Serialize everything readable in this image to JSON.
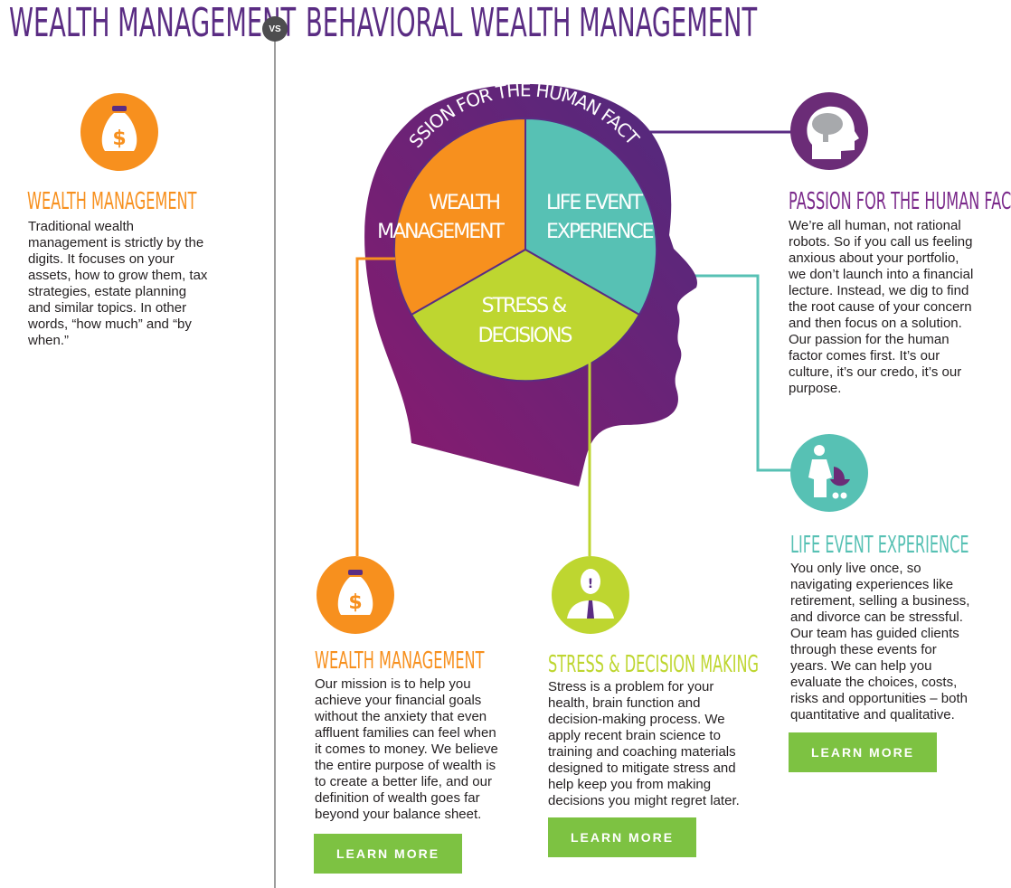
{
  "header": {
    "left_title": "WEALTH MANAGEMENT",
    "vs": "VS",
    "right_title": "BEHAVIORAL WEALTH MANAGEMENT"
  },
  "left": {
    "icon": "money-bag-icon",
    "heading": "WEALTH MANAGEMENT",
    "text": "Traditional wealth\nmanagement is strictly by the\ndigits. It focuses on your\nassets, how to grow them, tax\nstrategies, estate planning\nand similar topics. In other\nwords, “how much” and “by\nwhen.”"
  },
  "head": {
    "arc_label": "PASSION FOR THE HUMAN FACTOR",
    "segments": [
      {
        "label1": "WEALTH",
        "label2": "MANAGEMENT",
        "color": "#f7901e"
      },
      {
        "label1": "LIFE EVENT",
        "label2": "EXPERIENCE",
        "color": "#57c1b4"
      },
      {
        "label1": "STRESS &",
        "label2": "DECISIONS",
        "color": "#bed630"
      }
    ]
  },
  "passion": {
    "icon": "brain-head-icon",
    "heading": "PASSION FOR THE HUMAN FACTOR",
    "text": "We’re all human, not rational\nrobots. So if you call us feeling\nanxious about your portfolio,\nwe don’t launch into a financial\nlecture. Instead, we dig to find\nthe root cause of your concern\nand then focus on a solution.\nOur passion for the human\nfactor comes first. It’s our\nculture, it’s our credo, it’s our\npurpose."
  },
  "life": {
    "icon": "family-stroller-icon",
    "heading": "LIFE EVENT EXPERIENCE",
    "text": "You only live once, so\nnavigating experiences like\nretirement, selling a business,\nand divorce can be stressful.\nOur team has guided clients\nthrough these events for\nyears. We can help you\nevaluate the choices, costs,\nrisks and opportunities – both\nquantitative and qualitative.",
    "button": "LEARN MORE"
  },
  "wealth": {
    "icon": "money-bag-icon",
    "heading": "WEALTH MANAGEMENT",
    "text": "Our mission is to help you\nachieve your financial goals\nwithout the anxiety that even\naffluent families can feel when\nit comes to money. We believe\nthe entire purpose of wealth is\nto create a better life, and our\ndefinition of wealth goes far\nbeyond your balance sheet.",
    "button": "LEARN MORE"
  },
  "stress": {
    "icon": "stressed-businessman-icon",
    "heading": "STRESS & DECISION MAKING",
    "text": "Stress is a problem for your\nhealth, brain function and\ndecision-making process. We\napply recent brain science to\ntraining and coaching materials\ndesigned to mitigate stress and\nhelp keep you from making\ndecisions you might regret later.",
    "button": "LEARN MORE"
  },
  "colors": {
    "purple": "#5a2c83",
    "orange": "#f7901e",
    "teal": "#57c1b4",
    "green": "#bed630",
    "button": "#7dc242"
  }
}
